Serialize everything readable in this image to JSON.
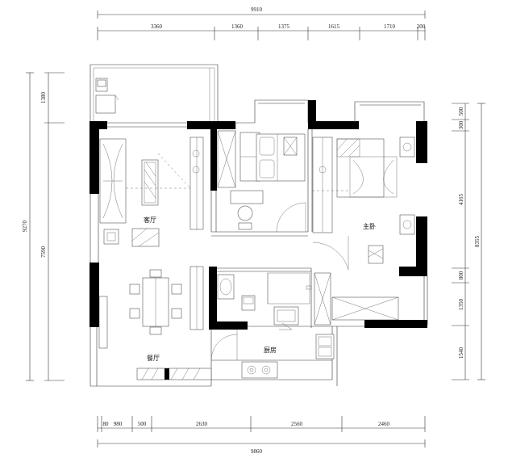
{
  "dimensions": {
    "top_total": "9910",
    "top_segments": [
      "3360",
      "1360",
      "1375",
      "1615",
      "1710",
      "200"
    ],
    "bottom_segments": [
      "80",
      "980",
      "500",
      "2630",
      "2560",
      "2460"
    ],
    "bottom_total": "9860",
    "left_total": "9270",
    "left_segments": [
      "1380",
      "7590"
    ],
    "right_total": "8355",
    "right_segments": [
      "500",
      "300",
      "4165",
      "800",
      "1350",
      "1540"
    ]
  },
  "rooms": {
    "living_room": "客厅",
    "dining_room": "餐厅",
    "master_bedroom": "主卧",
    "kitchen": "厨房"
  }
}
